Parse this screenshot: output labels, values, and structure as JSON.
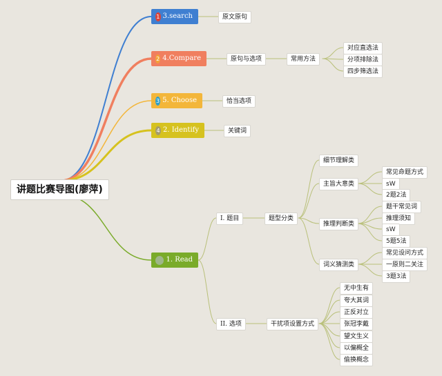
{
  "root": {
    "label": "讲题比赛导图(廖萍)"
  },
  "colors": {
    "search": "#3f7fd1",
    "compare": "#f07f5f",
    "choose": "#f3b63a",
    "identify": "#d6c21f",
    "read": "#7aab2a",
    "link": "#b9c07a"
  },
  "branches": {
    "search": {
      "badge": "1",
      "label": "3.search",
      "child": "原文原句"
    },
    "compare": {
      "badge": "2",
      "label": "4.Compare",
      "child": "原句与选项",
      "method": "常用方法",
      "methods": [
        "对应直选法",
        "分项排除法",
        "四步筛选法"
      ]
    },
    "choose": {
      "badge": "3",
      "label": "5. Choose",
      "child": "恰当选项"
    },
    "identify": {
      "badge": "4",
      "label": "2. Identify",
      "child": "关键词"
    },
    "read": {
      "label": "1. Read",
      "stem": {
        "label": "I. 题目",
        "type": "题型分类",
        "detail": "细节理解类",
        "mainidea": {
          "label": "主旨大意类",
          "items": [
            "常见命题方式",
            "sW",
            "2题2法"
          ]
        },
        "inference": {
          "label": "推理判断类",
          "items": [
            "题干常见词",
            "推理须知",
            "sW",
            "5题5法"
          ]
        },
        "vocab": {
          "label": "词义猜测类",
          "items": [
            "常见设问方式",
            "一原则二关注",
            "3题3法"
          ]
        }
      },
      "options": {
        "label": "II. 选项",
        "type": "干扰项设置方式",
        "items": [
          "无中生有",
          "夸大其词",
          "正反对立",
          "张冠李戴",
          "望文生义",
          "以偏概全",
          "偷换概念"
        ]
      }
    }
  }
}
